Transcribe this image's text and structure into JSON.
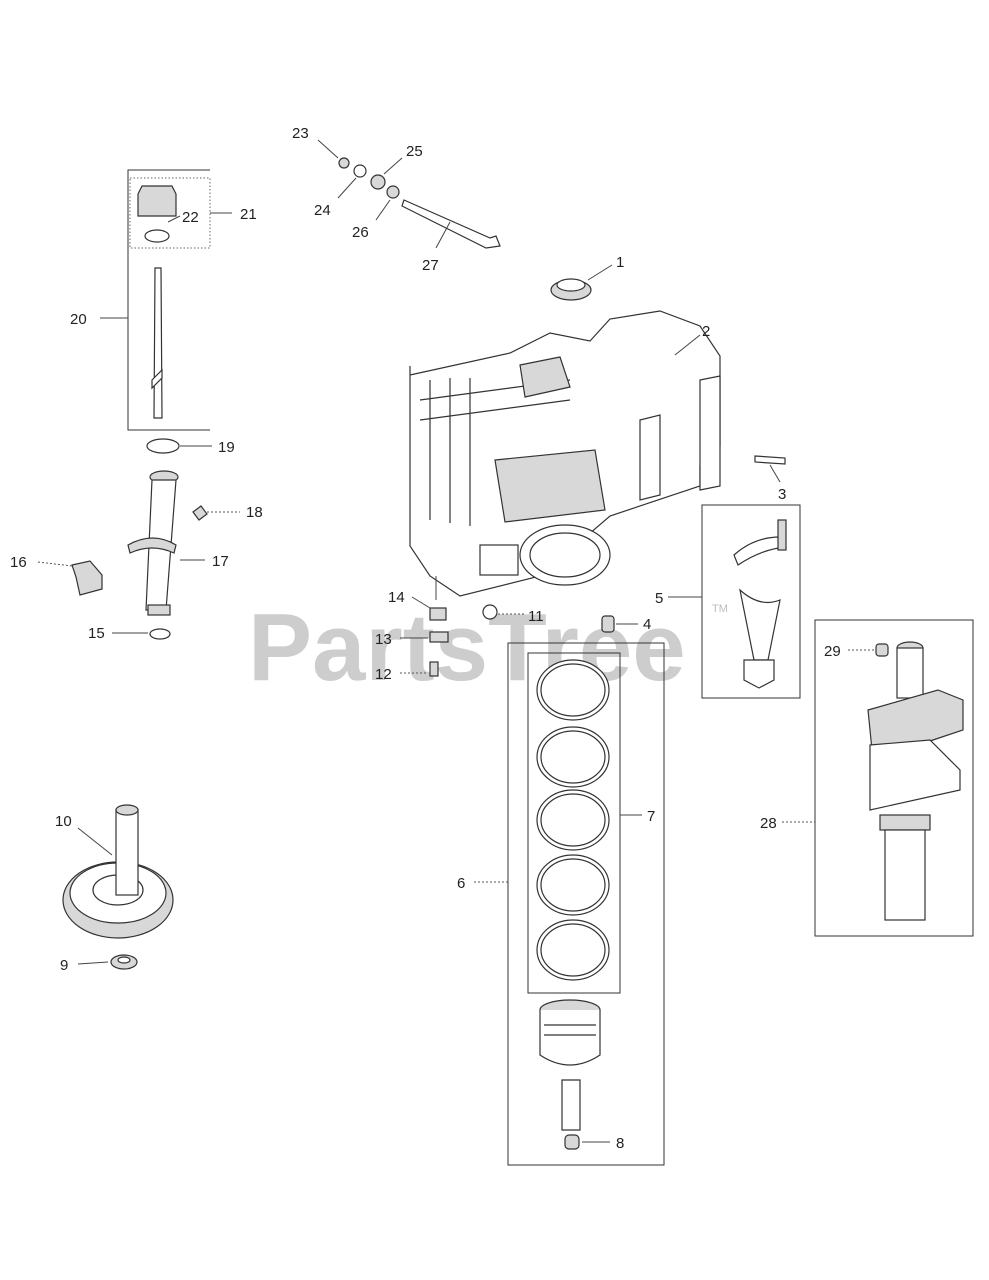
{
  "watermark": {
    "text": "PartsTree",
    "tm": "TM"
  },
  "callouts": [
    "1",
    "2",
    "3",
    "4",
    "5",
    "6",
    "7",
    "8",
    "9",
    "10",
    "11",
    "12",
    "13",
    "14",
    "15",
    "16",
    "17",
    "18",
    "19",
    "20",
    "21",
    "22",
    "23",
    "24",
    "25",
    "26",
    "27",
    "28",
    "29"
  ]
}
